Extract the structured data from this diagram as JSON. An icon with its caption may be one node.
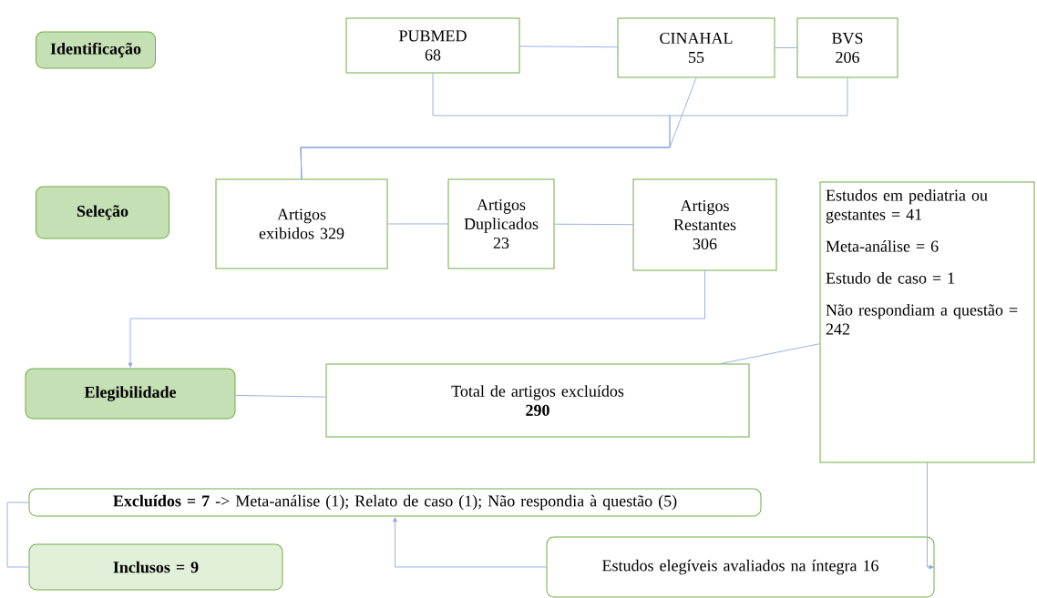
{
  "diagram": {
    "nodes": [
      {
        "text": [
          "Identificação"
        ]
      },
      {
        "text": [
          "PUBMED 68"
        ]
      },
      {
        "text": [
          "CINAHAL 55"
        ]
      },
      {
        "text": [
          "BVS 206"
        ]
      },
      {
        "text": [
          "Seleção"
        ]
      },
      {
        "text": [
          "Artigos exibidos 329"
        ]
      },
      {
        "text": [
          "Artigos Duplicados 23"
        ]
      },
      {
        "text": [
          "Artigos Restantes 306"
        ]
      },
      {
        "text": [
          "Estudos em pediatria ou gestantes = 41",
          "Meta-análise = 6",
          "Estudo de caso = 1",
          "Não respondiam a questão = 242"
        ]
      },
      {
        "text": [
          "Elegibilidade"
        ]
      },
      {
        "text": [
          "Total de artigos excluídos",
          "290"
        ]
      },
      {
        "text": [
          "**Excluídos = 7** -> Meta-análise (1); Relato de caso (1); Não respondia à questão (5)"
        ]
      },
      {
        "text": [
          "Inclusos = 9"
        ]
      },
      {
        "text": [
          "Estudos elegíveis avaliados na íntegra 16"
        ]
      }
    ],
    "edges": [
      {
        "from": 1,
        "to": 2,
        "arrow": "none"
      },
      {
        "from": 2,
        "to": 3,
        "arrow": "none"
      },
      {
        "from": 1,
        "to": 5,
        "arrow": "none"
      },
      {
        "from": 2,
        "to": 5,
        "arrow": "none"
      },
      {
        "from": 3,
        "to": 5,
        "arrow": "none"
      },
      {
        "from": 5,
        "to": 6,
        "arrow": "none"
      },
      {
        "from": 6,
        "to": 7,
        "arrow": "none"
      },
      {
        "from": 7,
        "to": 9,
        "arrow": "to"
      },
      {
        "from": 9,
        "to": 10,
        "arrow": "none"
      },
      {
        "from": 10,
        "to": 8,
        "arrow": "none"
      },
      {
        "from": 8,
        "to": 13,
        "arrow": "to"
      },
      {
        "from": 13,
        "to": 11,
        "arrow": "to"
      },
      {
        "from": 11,
        "to": 12,
        "arrow": "none"
      }
    ]
  }
}
